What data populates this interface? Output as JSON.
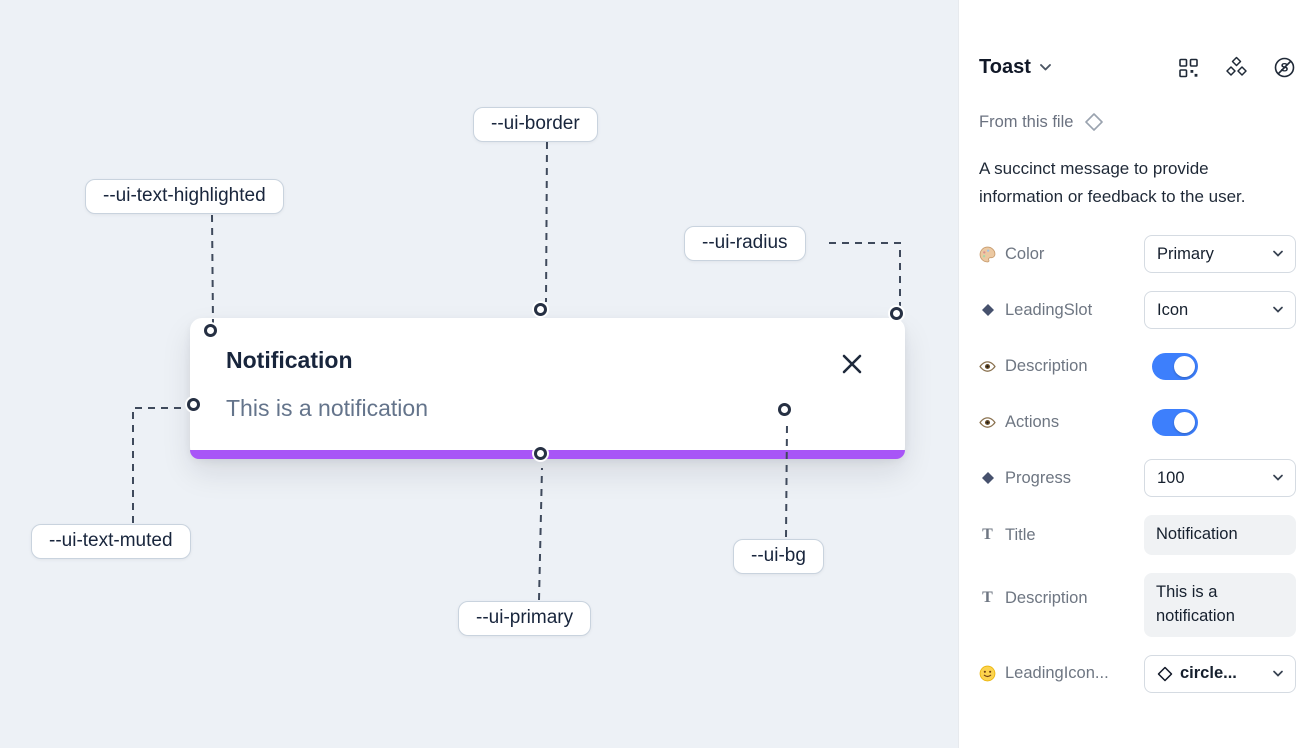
{
  "colors": {
    "canvas_bg": "#edf1f6",
    "ui_primary_bar": "#a855f7",
    "toggle_on": "#3d7ffc"
  },
  "canvas": {
    "toast": {
      "title": "Notification",
      "description": "This is a notification"
    },
    "annotations": [
      {
        "id": "ui-border",
        "label": "--ui-border"
      },
      {
        "id": "ui-text-highlighted",
        "label": "--ui-text-highlighted"
      },
      {
        "id": "ui-radius",
        "label": "--ui-radius"
      },
      {
        "id": "ui-text-muted",
        "label": "--ui-text-muted"
      },
      {
        "id": "ui-primary",
        "label": "--ui-primary"
      },
      {
        "id": "ui-bg",
        "label": "--ui-bg"
      }
    ]
  },
  "panel": {
    "title": "Toast",
    "header_icons": [
      "squares-grid",
      "diamonds-cluster",
      "s-circle-strike"
    ],
    "source": "From this file",
    "description": "A succinct message to provide information or feedback to the user.",
    "properties": [
      {
        "icon": "palette",
        "label": "Color",
        "control": "select",
        "value": "Primary"
      },
      {
        "icon": "diamond",
        "label": "LeadingSlot",
        "control": "select",
        "value": "Icon"
      },
      {
        "icon": "eye",
        "label": "Description",
        "control": "toggle",
        "value": "on"
      },
      {
        "icon": "eye",
        "label": "Actions",
        "control": "toggle",
        "value": "on"
      },
      {
        "icon": "diamond",
        "label": "Progress",
        "control": "select",
        "value": "100"
      },
      {
        "icon": "text",
        "label": "Title",
        "control": "text",
        "value": "Notification"
      },
      {
        "icon": "text",
        "label": "Description",
        "control": "text",
        "value": "This is a notification"
      },
      {
        "icon": "smiley",
        "label": "LeadingIcon...",
        "control": "select",
        "value": "circle..."
      }
    ]
  }
}
